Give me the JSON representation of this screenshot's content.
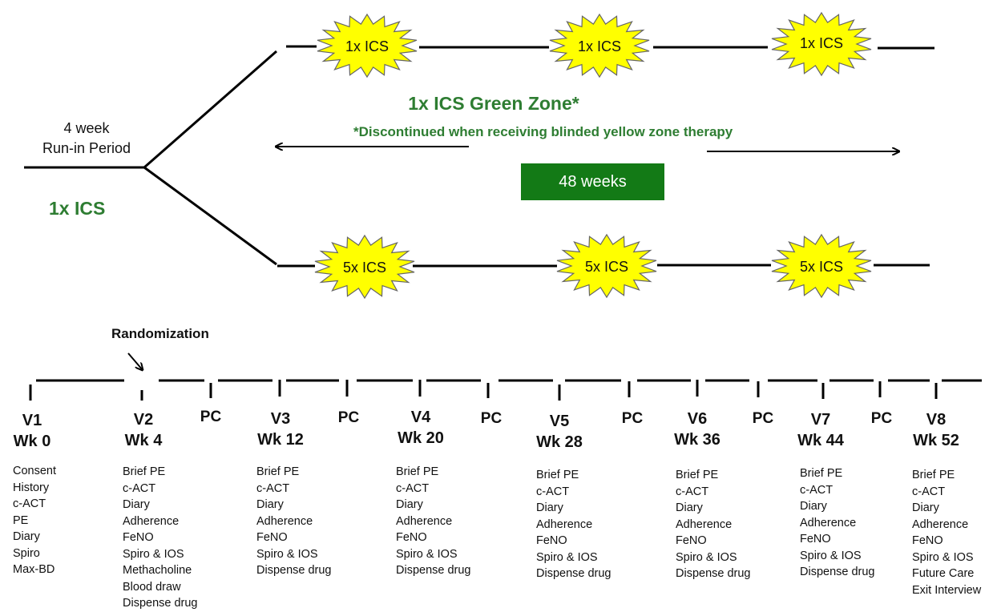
{
  "run_in": {
    "label_line1": "4 week",
    "label_line2": "Run-in Period",
    "therapy": "1x ICS"
  },
  "green_zone": {
    "title": "1x ICS Green Zone*",
    "note": "*Discontinued when receiving blinded yellow zone therapy",
    "duration": "48 weeks"
  },
  "arms": {
    "upper": [
      "1x ICS",
      "1x ICS",
      "1x ICS"
    ],
    "lower": [
      "5x ICS",
      "5x ICS",
      "5x ICS"
    ]
  },
  "randomization_label": "Randomization",
  "phone_contact_label": "PC",
  "visits": [
    {
      "id": "V1",
      "week": "Wk 0",
      "activities": [
        "Consent",
        "History",
        "c-ACT",
        "PE",
        "Diary",
        "Spiro",
        "Max-BD"
      ]
    },
    {
      "id": "V2",
      "week": "Wk 4",
      "activities": [
        "Brief PE",
        "c-ACT",
        "Diary",
        "Adherence",
        "FeNO",
        "Spiro & IOS",
        "Methacholine",
        "Blood draw",
        "Dispense drug"
      ]
    },
    {
      "id": "V3",
      "week": "Wk 12",
      "activities": [
        "Brief PE",
        "c-ACT",
        "Diary",
        "Adherence",
        "FeNO",
        "Spiro & IOS",
        "Dispense drug"
      ]
    },
    {
      "id": "V4",
      "week": "Wk 20",
      "activities": [
        "Brief PE",
        "c-ACT",
        "Diary",
        "Adherence",
        "FeNO",
        "Spiro & IOS",
        "Dispense drug"
      ]
    },
    {
      "id": "V5",
      "week": "Wk 28",
      "activities": [
        "Brief PE",
        "c-ACT",
        "Diary",
        "Adherence",
        "FeNO",
        "Spiro & IOS",
        "Dispense drug"
      ]
    },
    {
      "id": "V6",
      "week": "Wk 36",
      "activities": [
        "Brief PE",
        "c-ACT",
        "Diary",
        "Adherence",
        "FeNO",
        "Spiro & IOS",
        "Dispense drug"
      ]
    },
    {
      "id": "V7",
      "week": "Wk 44",
      "activities": [
        "Brief PE",
        "c-ACT",
        "Diary",
        "Adherence",
        "FeNO",
        "Spiro & IOS",
        "Dispense drug"
      ]
    },
    {
      "id": "V8",
      "week": "Wk 52",
      "activities": [
        "Brief PE",
        "c-ACT",
        "Diary",
        "Adherence",
        "FeNO",
        "Spiro & IOS",
        "Future Care",
        "Exit Interview"
      ]
    }
  ],
  "colors": {
    "green": "#2e7d32",
    "box_green": "#137a16",
    "burst_fill": "#ffff00",
    "burst_stroke": "#666666"
  }
}
